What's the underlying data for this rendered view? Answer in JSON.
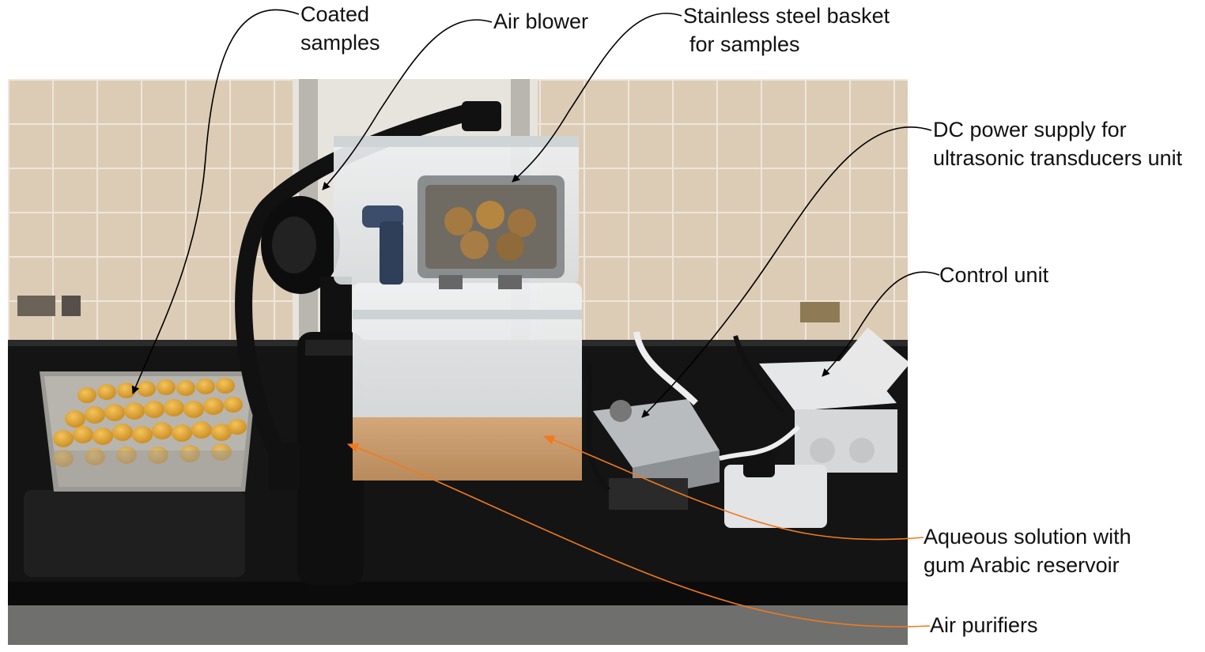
{
  "figure": {
    "colors": {
      "black_leader": "#000000",
      "orange_leader": "#f07a1e",
      "wall_tile": "#d9c9b2",
      "counter": "#151515",
      "fruit": "#d9a23a",
      "liquid": "#c89a6a"
    },
    "labels": {
      "coated_samples": [
        "Coated",
        "samples"
      ],
      "air_blower": [
        "Air blower"
      ],
      "basket": [
        "Stainless steel basket",
        "for samples"
      ],
      "dc_power": [
        "DC power supply for",
        "ultrasonic transducers unit"
      ],
      "control_unit": [
        "Control unit"
      ],
      "aqueous": [
        "Aqueous solution with",
        "gum Arabic reservoir"
      ],
      "air_purifiers": [
        "Air purifiers"
      ]
    }
  }
}
